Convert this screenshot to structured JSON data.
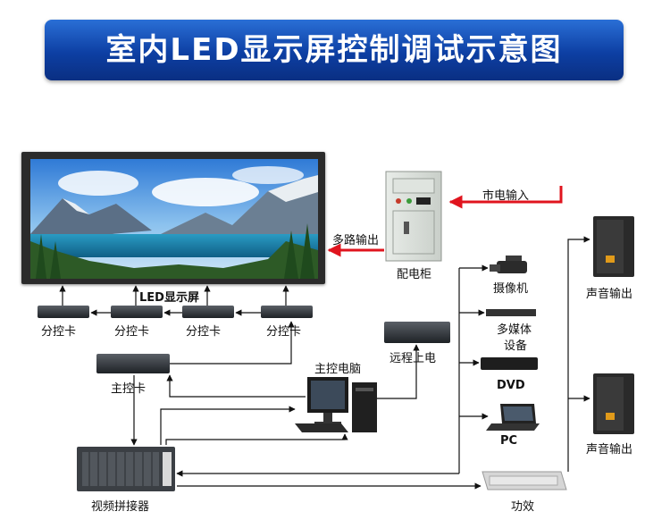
{
  "title": "室内LED显示屏控制调试示意图",
  "labels": {
    "led_screen": "LED显示屏",
    "sub_card_1": "分控卡",
    "sub_card_2": "分控卡",
    "sub_card_3": "分控卡",
    "sub_card_4": "分控卡",
    "main_card": "主控卡",
    "main_pc": "主控电脑",
    "remote_power": "远程上电",
    "distribution_cabinet": "配电柜",
    "mains_input": "市电输入",
    "multi_output": "多路输出",
    "camera": "摄像机",
    "multimedia_1": "多媒体",
    "multimedia_2": "设备",
    "dvd": "DVD",
    "pc": "PC",
    "speaker_top": "声音输出",
    "speaker_bottom": "声音输出",
    "video_splicer": "视频拼接器",
    "amplifier": "功效"
  },
  "colors": {
    "banner": "#0d3fa3",
    "power_arrow": "#e0141e",
    "signal_line": "#111111"
  }
}
